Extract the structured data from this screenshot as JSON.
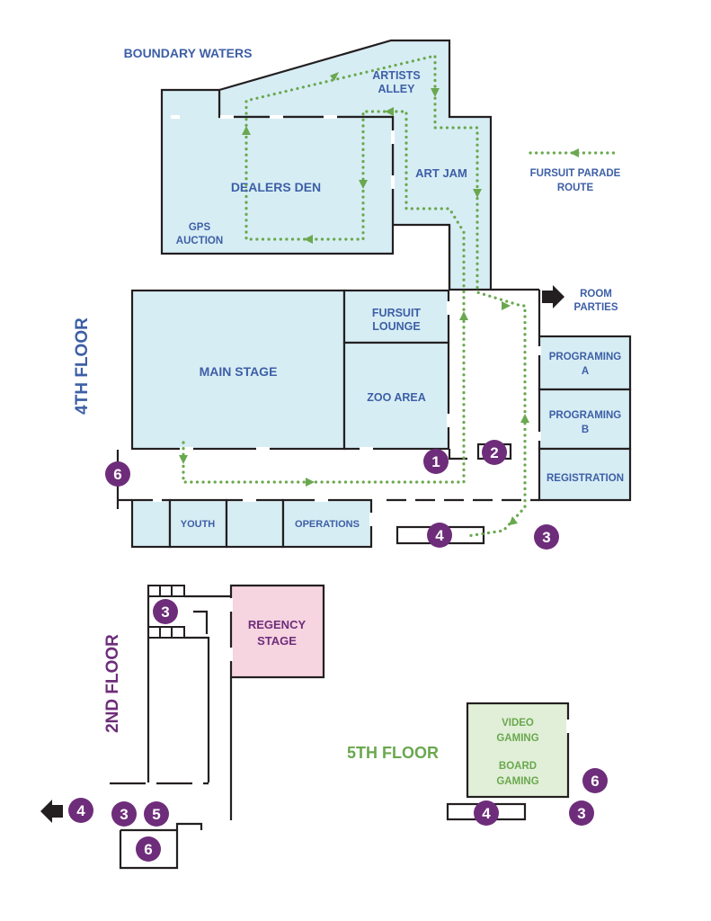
{
  "colors": {
    "floor4_text": "#3d5fa6",
    "floor2_text": "#6e2d7a",
    "floor5_text": "#6aa84f",
    "route": "#6aa84f",
    "badge": "#6e2d7a",
    "room_blue": "#d7edf4",
    "room_pink": "#f6d4e0",
    "room_green": "#e1efd8"
  },
  "floors": {
    "fourth": "4TH FLOOR",
    "second": "2ND FLOOR",
    "fifth": "5TH FLOOR"
  },
  "areas": {
    "boundary_waters": "BOUNDARY WATERS",
    "room_parties_1": "ROOM",
    "room_parties_2": "PARTIES"
  },
  "legend": {
    "line1": "FURSUIT PARADE",
    "line2": "ROUTE"
  },
  "rooms": {
    "artists_alley_1": "ARTISTS",
    "artists_alley_2": "ALLEY",
    "dealers_den": "DEALERS DEN",
    "gps_auction_1": "GPS",
    "gps_auction_2": "AUCTION",
    "art_jam": "ART JAM",
    "main_stage": "MAIN STAGE",
    "fursuit_lounge_1": "FURSUIT",
    "fursuit_lounge_2": "LOUNGE",
    "zoo_area": "ZOO AREA",
    "programing_a_1": "PROGRAMING",
    "programing_a_2": "A",
    "programing_b_1": "PROGRAMING",
    "programing_b_2": "B",
    "registration": "REGISTRATION",
    "youth": "YOUTH",
    "operations": "OPERATIONS",
    "regency_stage_1": "REGENCY",
    "regency_stage_2": "STAGE",
    "video_gaming_1": "VIDEO",
    "video_gaming_2": "GAMING",
    "board_gaming_1": "BOARD",
    "board_gaming_2": "GAMING"
  },
  "badges": {
    "f4_1": "1",
    "f4_2": "2",
    "f4_6": "6",
    "f4_4": "4",
    "f4_3": "3",
    "f2_3_stairs": "3",
    "f2_4": "4",
    "f2_3": "3",
    "f2_5": "5",
    "f2_6": "6",
    "f5_6": "6",
    "f5_4": "4",
    "f5_3": "3"
  }
}
